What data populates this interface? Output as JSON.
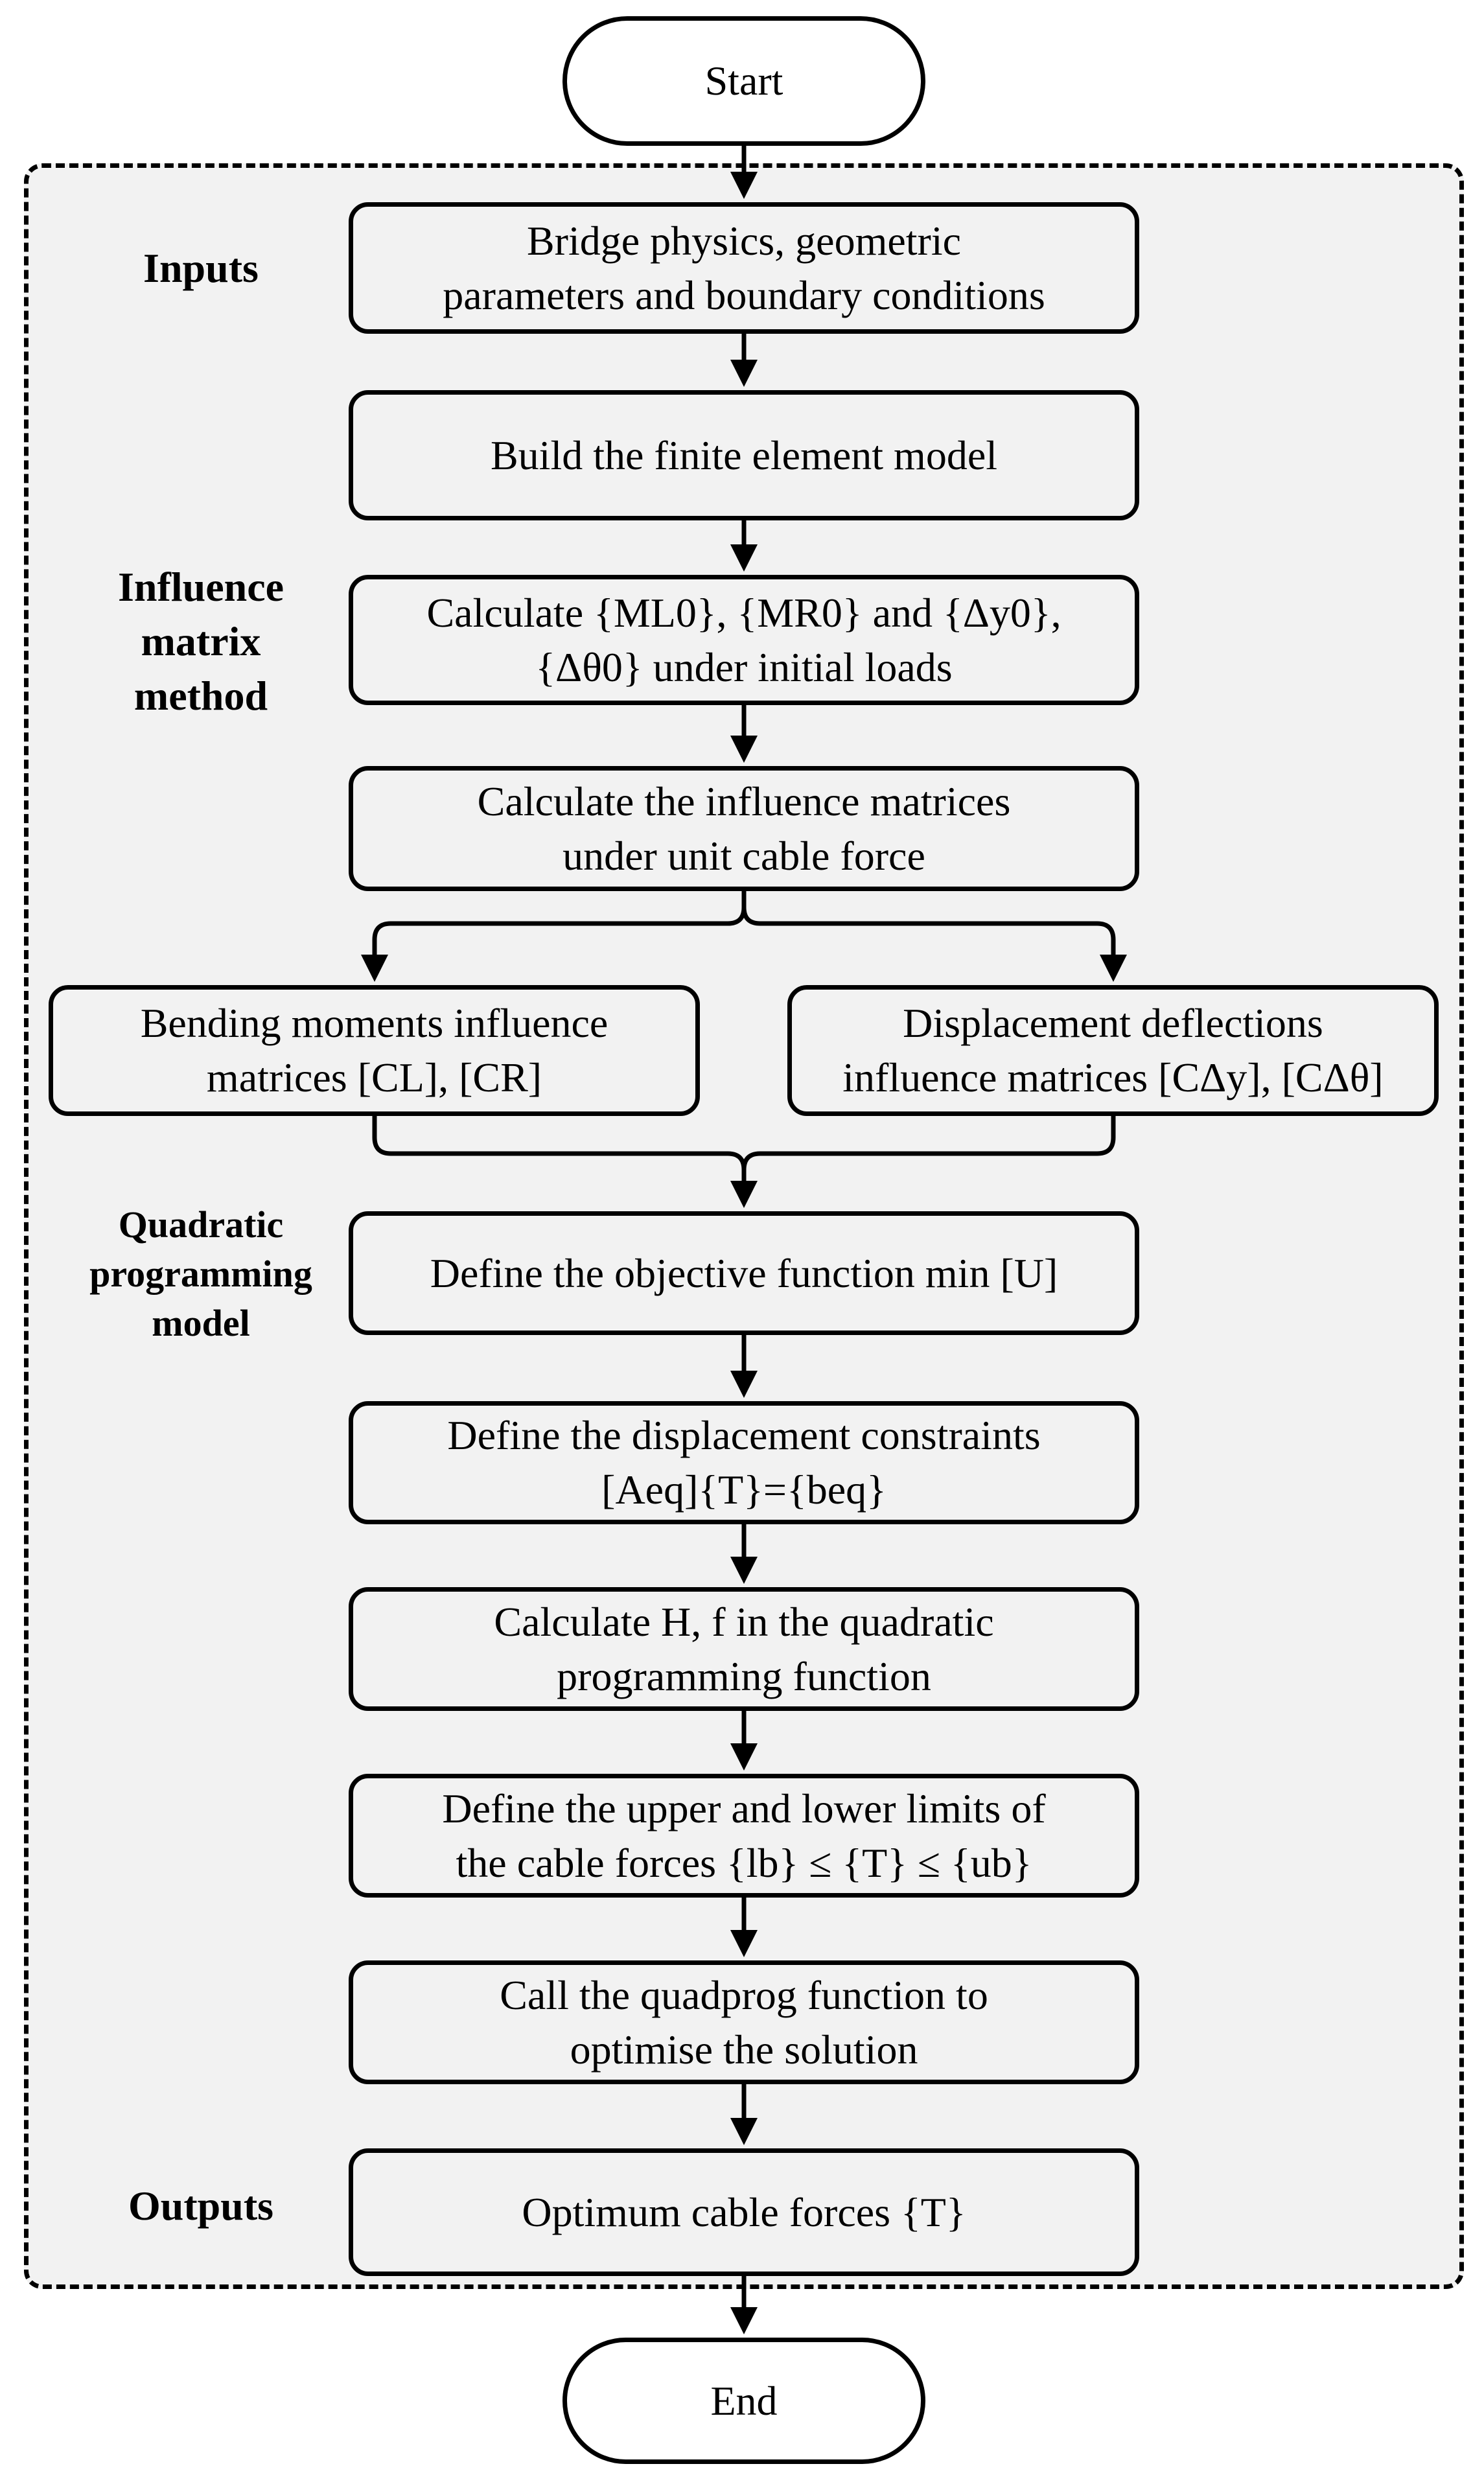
{
  "terminals": {
    "start": "Start",
    "end": "End"
  },
  "stage_labels": {
    "inputs": "Inputs",
    "influence": "Influence\nmatrix\nmethod",
    "quadratic": "Quadratic\nprogramming\nmodel",
    "outputs": "Outputs"
  },
  "steps": {
    "bridge_params": "Bridge physics, geometric\nparameters and boundary conditions",
    "build_fem": "Build the finite element model",
    "calc_initial": "Calculate {ML0}, {MR0} and {Δy0},\n{Δθ0} under initial loads",
    "calc_influence": "Calculate  the influence matrices\nunder unit cable force",
    "bending_moments": "Bending moments influence\nmatrices [CL], [CR]",
    "displacement": "Displacement deflections\ninfluence matrices [CΔy], [CΔθ]",
    "objective": "Define the objective function min [U]",
    "constraints": "Define the displacement constraints\n[Aeq]{T}={beq}",
    "calc_hf": "Calculate H, f in the quadratic\nprogramming function",
    "limits": "Define the upper and lower limits of\nthe cable forces {lb} ≤ {T} ≤ {ub}",
    "quadprog": "Call the quadprog function to\noptimise the solution",
    "optimum": "Optimum cable forces {T}"
  }
}
